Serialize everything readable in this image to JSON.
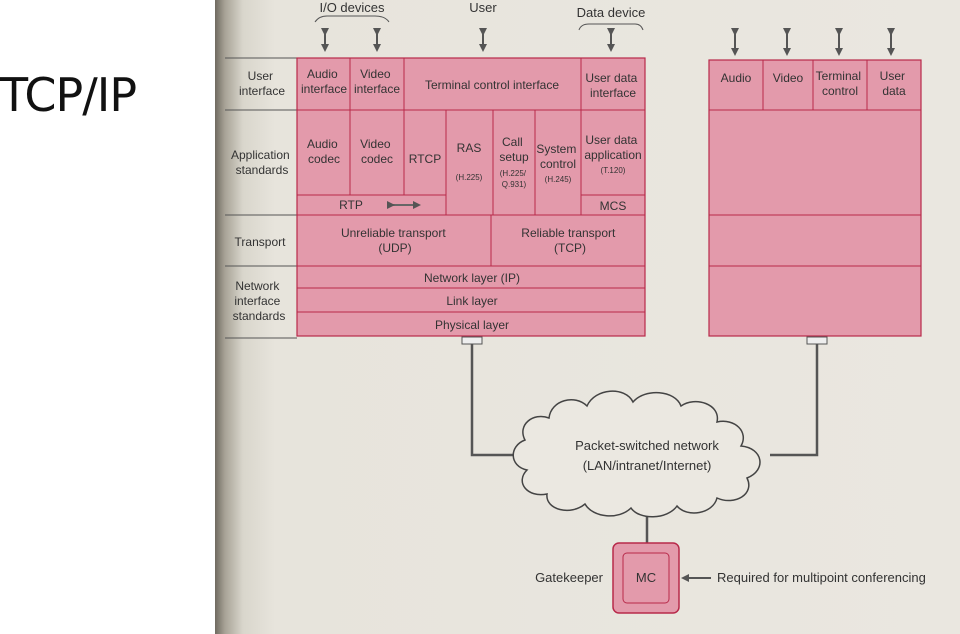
{
  "slide_title": "TCP/IP",
  "top_labels": {
    "io": "I/O devices",
    "user": "User",
    "data": "Data device"
  },
  "left_labels": {
    "user_interface": [
      "User",
      "interface"
    ],
    "application_standards": [
      "Application",
      "standards"
    ],
    "transport": "Transport",
    "network_interface": [
      "Network",
      "interface",
      "standards"
    ]
  },
  "stack1": {
    "audio_interface": [
      "Audio",
      "interface"
    ],
    "video_interface": [
      "Video",
      "interface"
    ],
    "terminal_control_interface": "Terminal control interface",
    "user_data_interface": [
      "User data",
      "interface"
    ],
    "audio_codec": [
      "Audio",
      "codec"
    ],
    "video_codec": [
      "Video",
      "codec"
    ],
    "rtcp": "RTCP",
    "ras": "RAS",
    "ras_std": "(H.225)",
    "call_setup": [
      "Call",
      "setup"
    ],
    "call_setup_std": [
      "(H.225/",
      "Q.931)"
    ],
    "system_control": [
      "System",
      "control"
    ],
    "system_control_std": "(H.245)",
    "user_data_application": [
      "User data",
      "application"
    ],
    "user_data_application_std": "(T.120)",
    "rtp": "RTP",
    "mcs": "MCS",
    "udp": [
      "Unreliable transport",
      "(UDP)"
    ],
    "tcp": [
      "Reliable transport",
      "(TCP)"
    ],
    "network_layer": "Network layer (IP)",
    "link_layer": "Link layer",
    "physical_layer": "Physical layer"
  },
  "stack2": {
    "audio": "Audio",
    "video": "Video",
    "terminal_control": [
      "Terminal",
      "control"
    ],
    "user_data": [
      "User",
      "data"
    ]
  },
  "network": {
    "line1": "Packet-switched network",
    "line2": "(LAN/intranet/Internet)"
  },
  "gatekeeper": "Gatekeeper",
  "mc": "MC",
  "mc_note": "Required for multipoint conferencing",
  "colors": {
    "stack_fill": "#e39aab",
    "stack_border": "#b82a4a",
    "page": "#e8e5de",
    "ink": "#333333"
  }
}
